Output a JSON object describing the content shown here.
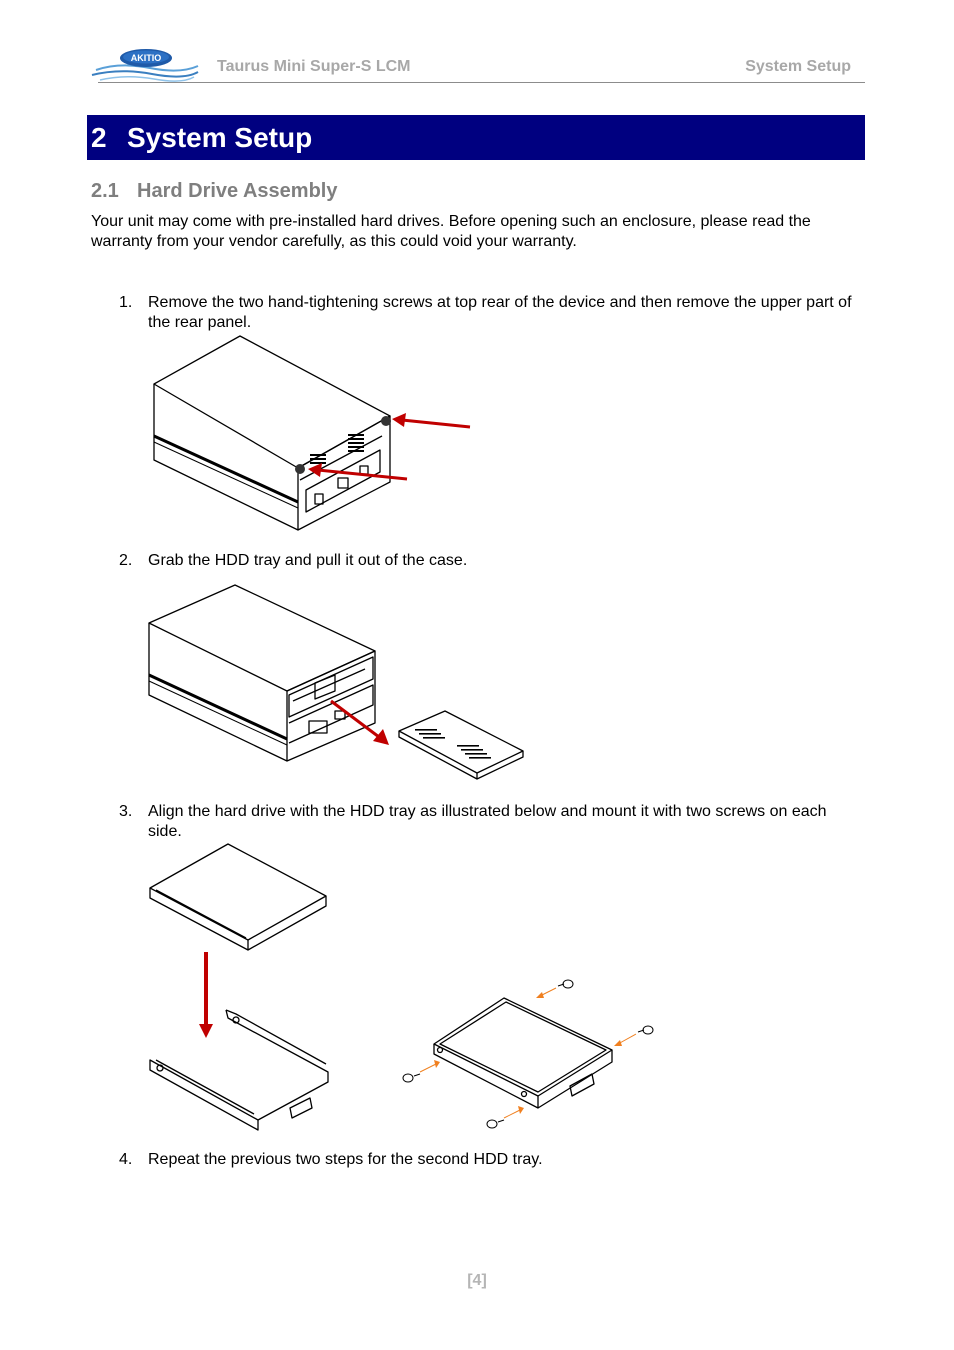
{
  "header": {
    "logo_text": "AKITIO",
    "product": "Taurus Mini Super-S LCM",
    "section": "System Setup"
  },
  "chapter": {
    "number": "2",
    "title": "System Setup"
  },
  "section": {
    "number": "2.1",
    "title": "Hard Drive Assembly"
  },
  "intro": "Your unit may come with pre-installed hard drives. Before opening such an enclosure, please read the warranty from your vendor carefully, as this could void your warranty.",
  "steps": [
    {
      "num": "1.",
      "text": "Remove the two hand-tightening screws at top rear of the device and then remove the upper part of the rear panel."
    },
    {
      "num": "2.",
      "text": "Grab the HDD tray and pull it out of the case."
    },
    {
      "num": "3.",
      "text": "Align the hard drive with the HDD tray as illustrated below and mount it with two screws on each side."
    },
    {
      "num": "4.",
      "text": "Repeat the previous two steps for the second HDD tray."
    }
  ],
  "footer": {
    "page": "[4]"
  },
  "colors": {
    "chapter_bar": "#000080",
    "arrow": "#c00000",
    "screw_arrow": "#f08020",
    "header_text": "#a8a8a8"
  }
}
